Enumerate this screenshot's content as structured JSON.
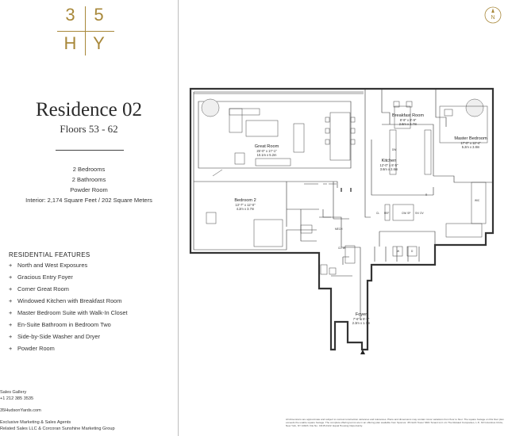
{
  "logo": {
    "top_left": "3",
    "top_right": "5",
    "bottom_left": "H",
    "bottom_right": "Y",
    "color": "#a8883a"
  },
  "residence": {
    "title": "Residence 02",
    "floors": "Floors 53 - 62",
    "bedrooms": "2 Bedrooms",
    "bathrooms": "2 Bathrooms",
    "powder": "Powder Room",
    "interior": "Interior: 2,174 Square Feet / 202 Square Meters"
  },
  "features": {
    "heading": "RESIDENTIAL FEATURES",
    "bullet": "+",
    "items": [
      "North and West Exposures",
      "Gracious Entry Foyer",
      "Corner Great Room",
      "Windowed Kitchen with Breakfast Room",
      "Master Bedroom Suite with Walk-In Closet",
      "En-Suite Bathroom in Bedroom Two",
      "Side-by-Side Washer and Dryer",
      "Powder Room"
    ]
  },
  "footer": {
    "sales_gallery": "Sales Gallery",
    "phone": "+1 212 385 3535",
    "website": "35HudsonYards.com",
    "marketing_line1": "Exclusive Marketing & Sales Agents",
    "marketing_line2": "Related Sales LLC & Corcoran Sunshine Marketing Group"
  },
  "compass": {
    "letter": "N",
    "icon": "north-arrow-icon"
  },
  "floorplan": {
    "rooms": [
      {
        "name": "Great Room",
        "dim1": "25'-0\" x 17'-1\"",
        "dim2": "10.1m x 5.2m"
      },
      {
        "name": "Breakfast Room",
        "dim1": "8'-9\" x 8'-9\"",
        "dim2": "2.6m x 2.7m"
      },
      {
        "name": "Kitchen",
        "dim1": "12'-0\" x 8'-5\"",
        "dim2": "3.6m x 2.6m"
      },
      {
        "name": "Master Bedroom",
        "dim1": "17'-0\" x 12'-4\"",
        "dim2": "5.2m x 3.8m"
      },
      {
        "name": "Bedroom 2",
        "dim1": "13'-7\" x 12'-0\"",
        "dim2": "4.2m x 3.7m"
      },
      {
        "name": "Foyer",
        "dim1": "7'-6\" x 5'-9\"",
        "dim2": "2.3m x 1.7m"
      }
    ],
    "labels": {
      "dw": "DW",
      "mech": "MECH",
      "clw": "CL/ W",
      "wic": "WIC",
      "w": "W",
      "d": "D",
      "ref": "REF",
      "cl": "CL",
      "cw": "CW/ SP",
      "ov": "SV/ OV",
      "r": "R"
    }
  },
  "disclaimer": "All dimensions are approximate and subject to normal construction variances and tolerances. Plans and dimensions may contain minor variations from floor to floor. The square footage on this floor plan exceeds the usable square footage. The complete offering terms are in an offering plan available from Sponsor. 35 North Tower SMC Tenant LLC c/o The Related Companies, L.P., 60 Columbus Circle, New York, NY 10023. File No. CD15-0122. Equal Housing Opportunity."
}
